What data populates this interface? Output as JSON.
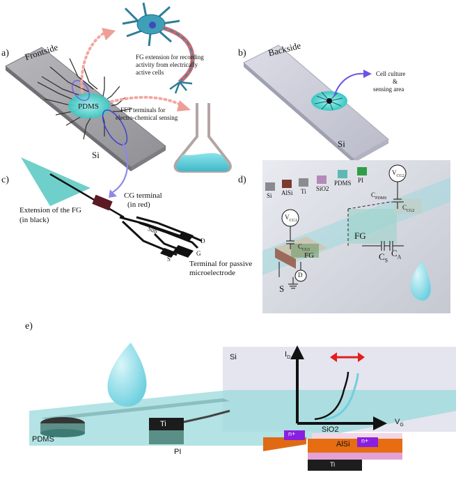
{
  "panel_a": {
    "letter": "a)",
    "side_label": "Frontside",
    "pdms_label": "PDMS",
    "si_label": "Si",
    "fg_ext_line1": "FG extension for recording",
    "fg_ext_line2": "activity from electrically",
    "fg_ext_line3": "active cells",
    "fet_line1": "FET terminals for",
    "fet_line2": "electro-chemical sensing"
  },
  "panel_b": {
    "letter": "b)",
    "side_label": "Backside",
    "si_label": "Si",
    "culture_line1": "Cell culture",
    "culture_line2": "&",
    "culture_line3": "sensing area"
  },
  "panel_c": {
    "letter": "c)",
    "cg_line1": "CG terminal",
    "cg_line2": "(in red)",
    "ext_line1": "Extension of the FG",
    "ext_line2": "(in black)",
    "sub_label": "Sub",
    "d_label": "D",
    "g_label": "G",
    "s_label": "S",
    "passive_line1": "Terminal for passive",
    "passive_line2": "microelectrode"
  },
  "panel_d": {
    "letter": "d)",
    "legend": [
      "Si",
      "AlSi",
      "Ti",
      "SiO2",
      "PDMS",
      "PI"
    ],
    "legend_colors": [
      "#8a8a92",
      "#7a3b2e",
      "#8c8c8c",
      "#b48ab8",
      "#5fb8b4",
      "#2f9e48"
    ],
    "vcg1": "V",
    "vcg1_sub": "CG1",
    "vcg2": "V",
    "vcg2_sub": "CG2",
    "cpdms": "C",
    "cpdms_sub": "PDMS",
    "ccg2": "C",
    "ccg2_sub": "CG2",
    "ccg1": "C",
    "ccg1_sub": "CG1",
    "fg_big": "FG",
    "fg_small": "FG",
    "cs": "C",
    "cs_sub": "S",
    "ca": "C",
    "ca_sub": "A",
    "s_label": "S",
    "d_label": "D"
  },
  "panel_e": {
    "letter": "e)",
    "si_label": "Si",
    "pdms_label": "PDMS",
    "pi_label": "PI",
    "ti_top": "Ti",
    "sio2": "SiO2",
    "alsi": "AlSi",
    "ti_bottom": "Ti",
    "n_left": "n+",
    "n_right": "n+",
    "id_label": "I",
    "id_sub": "D",
    "vg_label": "V",
    "vg_sub": "G"
  }
}
